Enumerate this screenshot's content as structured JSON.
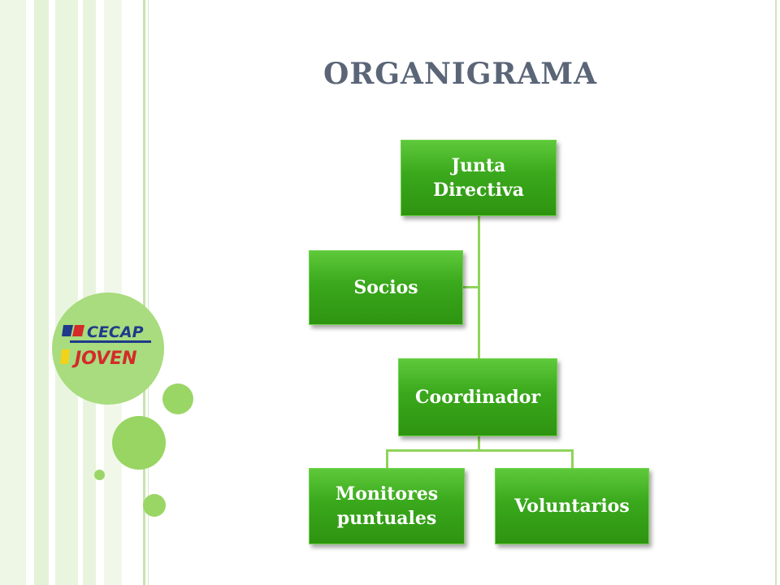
{
  "slide": {
    "title": "ORGANIGRAMA"
  },
  "colors": {
    "accent_green": "#8fd45a",
    "box_green": "#3aa81c",
    "title_gray": "#5a6577"
  },
  "logo": {
    "text_top": "CECAP",
    "text_bottom": "JOVEN"
  },
  "org_chart": {
    "nodes": [
      {
        "id": "junta",
        "label": "Junta Directiva"
      },
      {
        "id": "socios",
        "label": "Socios"
      },
      {
        "id": "coordinador",
        "label": "Coordinador"
      },
      {
        "id": "monitores",
        "label": "Monitores puntuales"
      },
      {
        "id": "voluntarios",
        "label": "Voluntarios"
      }
    ],
    "edges": [
      {
        "from": "junta",
        "to": "coordinador"
      },
      {
        "from": "junta",
        "to": "socios",
        "type": "assistant"
      },
      {
        "from": "coordinador",
        "to": "monitores"
      },
      {
        "from": "coordinador",
        "to": "voluntarios"
      }
    ]
  }
}
